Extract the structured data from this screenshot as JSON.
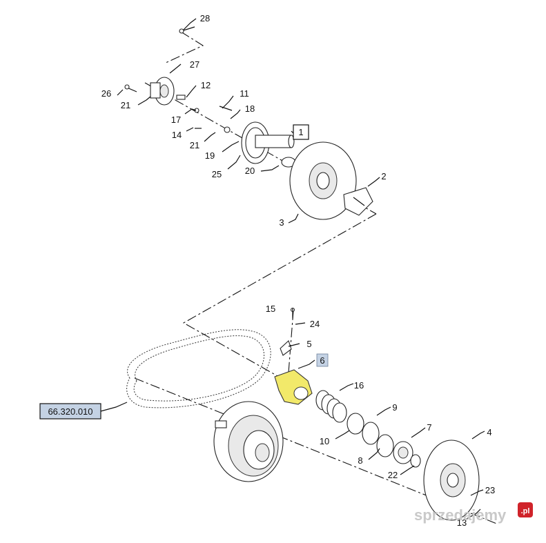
{
  "callouts": {
    "c1": "1",
    "c2": "2",
    "c3": "3",
    "c4": "4",
    "c5": "5",
    "c6": "6",
    "c7": "7",
    "c8": "8",
    "c9": "9",
    "c10": "10",
    "c11": "11",
    "c12": "12",
    "c13": "13",
    "c14": "14",
    "c15": "15",
    "c16": "16",
    "c17": "17",
    "c18": "18",
    "c19": "19",
    "c20": "20",
    "c21a": "21",
    "c21b": "21",
    "c22": "22",
    "c23": "23",
    "c24": "24",
    "c25": "25",
    "c26": "26",
    "c27": "27",
    "c28": "28"
  },
  "belt_label": "66.320.010",
  "watermark": {
    "text": "sprzedajemy",
    "badge": ".pl"
  },
  "colors": {
    "highlight": "#f2e96a",
    "label_box": "#c4d2e4",
    "badge": "#d0232a"
  }
}
